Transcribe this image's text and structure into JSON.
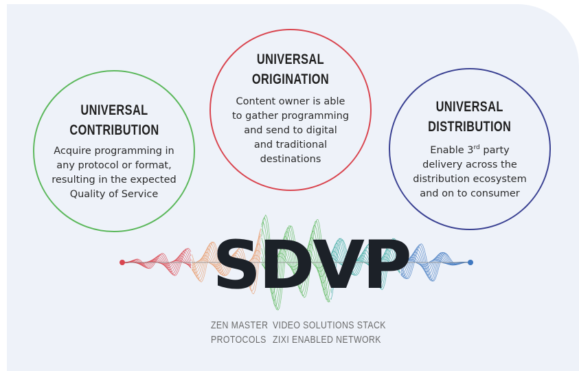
{
  "circles": {
    "contribution": {
      "title_line1": "UNIVERSAL",
      "title_line2": "CONTRIBUTION",
      "desc_line1": "Acquire programming in",
      "desc_line2": "any protocol or format,",
      "desc_line3": "resulting in the expected",
      "desc_line4": "Quality of Service",
      "color": "#5cb85c"
    },
    "origination": {
      "title_line1": "UNIVERSAL",
      "title_line2": "ORIGINATION",
      "desc_line1": "Content owner is able",
      "desc_line2": "to gather programming",
      "desc_line3": "and send to digital",
      "desc_line4": "and traditional",
      "desc_line5": "destinations",
      "color": "#d9454f"
    },
    "distribution": {
      "title_line1": "UNIVERSAL",
      "title_line2": "DISTRIBUTION",
      "desc_line1_a": "Enable 3",
      "desc_line1_sup": "rd",
      "desc_line1_b": " party",
      "desc_line2": "delivery across the",
      "desc_line3": "distribution ecosystem",
      "desc_line4": "and on to consumer",
      "color": "#3a4192"
    }
  },
  "logo": {
    "text": "SDVP",
    "wave_colors": [
      "#d9454f",
      "#e89a6a",
      "#5cb85c",
      "#3aa8a0",
      "#3f78c0"
    ]
  },
  "subtitle": {
    "left_line1": "ZEN MASTER",
    "left_line2": "PROTOCOLS",
    "right_line1": "VIDEO SOLUTIONS STACK",
    "right_line2": "ZIXI ENABLED NETWORK"
  }
}
